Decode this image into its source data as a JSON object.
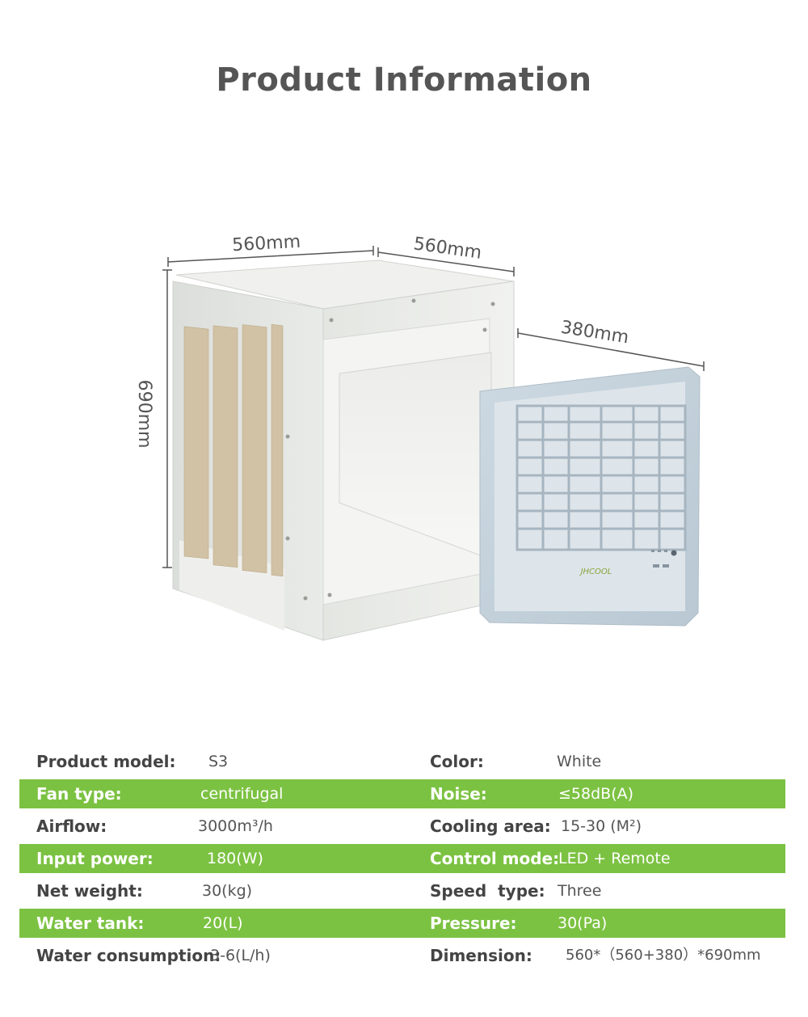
{
  "page": {
    "title": "Product Information"
  },
  "figure": {
    "dim_width": "560mm",
    "dim_depth": "560mm",
    "dim_panel": "380mm",
    "dim_height": "690mm",
    "brand_logo": "JHCOOL"
  },
  "specs": [
    {
      "left": {
        "label": "Product model:",
        "value": "S3"
      },
      "right": {
        "label": "Color:",
        "value": "White"
      },
      "highlight": false
    },
    {
      "left": {
        "label": "Fan type:",
        "value": "centrifugal"
      },
      "right": {
        "label": "Noise:",
        "value": "≤58dB(A)"
      },
      "highlight": true
    },
    {
      "left": {
        "label": "Airflow:",
        "value": "3000m³/h"
      },
      "right": {
        "label": "Cooling area:",
        "value": "15-30 (M²)"
      },
      "highlight": false
    },
    {
      "left": {
        "label": "Input power:",
        "value": "180(W)"
      },
      "right": {
        "label": "Control mode:",
        "value": "LED + Remote"
      },
      "highlight": true
    },
    {
      "left": {
        "label": "Net weight:",
        "value": "30(kg)"
      },
      "right": {
        "label": "Speed  type:",
        "value": "Three"
      },
      "highlight": false
    },
    {
      "left": {
        "label": "Water tank:",
        "value": "20(L)"
      },
      "right": {
        "label": "Pressure:",
        "value": "30(Pa)"
      },
      "highlight": true
    },
    {
      "left": {
        "label": "Water consumption:",
        "value": "3-6(L/h)"
      },
      "right": {
        "label": "Dimension:",
        "value": "560*（560+380）*690mm"
      },
      "highlight": false
    }
  ]
}
